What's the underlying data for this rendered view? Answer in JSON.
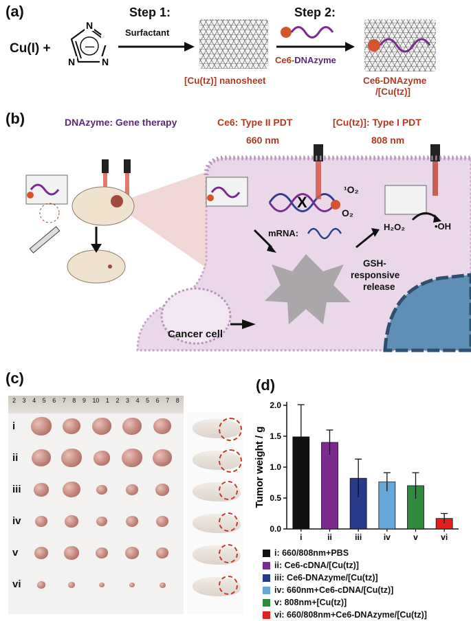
{
  "panel_a": {
    "label": "(a)",
    "step1": "Step 1:",
    "step1_sub": "Surfactant",
    "step2": "Step 2:",
    "reactant": "Cu(I) +",
    "triazole_atoms": [
      "N",
      "N",
      "N",
      "—"
    ],
    "ce6_label": "Ce6-",
    "dnazyme_label": "DNAzyme",
    "nanosheet_label": "[Cu(tz)] nanosheet",
    "product_label_1": "Ce6-DNAzyme",
    "product_label_2": "/[Cu(tz)]"
  },
  "panel_b": {
    "label": "(b)",
    "dnazyme_title": "DNAzyme: Gene therapy",
    "ce6_title": "Ce6: Type II PDT",
    "ce6_wavelength": "660 nm",
    "cutz_title": "[Cu(tz)]: Type I PDT",
    "cutz_wavelength": "808 nm",
    "singlet_oxygen": "¹O₂",
    "oxygen": "O₂",
    "mrna": "mRNA:",
    "h2o2": "H₂O₂",
    "oh": "•OH",
    "gsh_1": "GSH-",
    "gsh_2": "responsive",
    "gsh_3": "release",
    "cancer_cell": "Cancer cell"
  },
  "panel_c": {
    "label": "(c)",
    "ruler_ticks": [
      "2",
      "3",
      "4",
      "5",
      "6",
      "7",
      "8",
      "9",
      "10",
      "1",
      "2",
      "3",
      "4",
      "5",
      "6",
      "7",
      "8"
    ],
    "rows": [
      "i",
      "ii",
      "iii",
      "iv",
      "v",
      "vi"
    ]
  },
  "panel_d": {
    "label": "(d)"
  },
  "colors": {
    "i": "#111111",
    "ii": "#7b2a8e",
    "iii": "#283a8c",
    "iv": "#66a6d8",
    "v": "#2f8a3c",
    "vi": "#e0201c"
  },
  "chart_data": {
    "type": "bar",
    "categories": [
      "i",
      "ii",
      "iii",
      "iv",
      "v",
      "vi"
    ],
    "values": [
      1.49,
      1.4,
      0.82,
      0.76,
      0.7,
      0.17
    ],
    "errors": [
      0.52,
      0.2,
      0.31,
      0.15,
      0.21,
      0.08
    ],
    "ylabel": "Tumor weight / g",
    "ylim": [
      0,
      2.0
    ],
    "yticks": [
      "0.0",
      "0.5",
      "1.0",
      "1.5",
      "2.0"
    ],
    "legend": [
      "i: 660/808nm+PBS",
      "ii: Ce6-cDNA/[Cu(tz)]",
      "iii: Ce6-DNAzyme/[Cu(tz)]",
      "iv: 660nm+Ce6-cDNA/[Cu(tz)]",
      "v: 808nm+[Cu(tz)]",
      "vi: 660/808nm+Ce6-DNAzyme/[Cu(tz)]"
    ],
    "legend_position": "bottom"
  }
}
